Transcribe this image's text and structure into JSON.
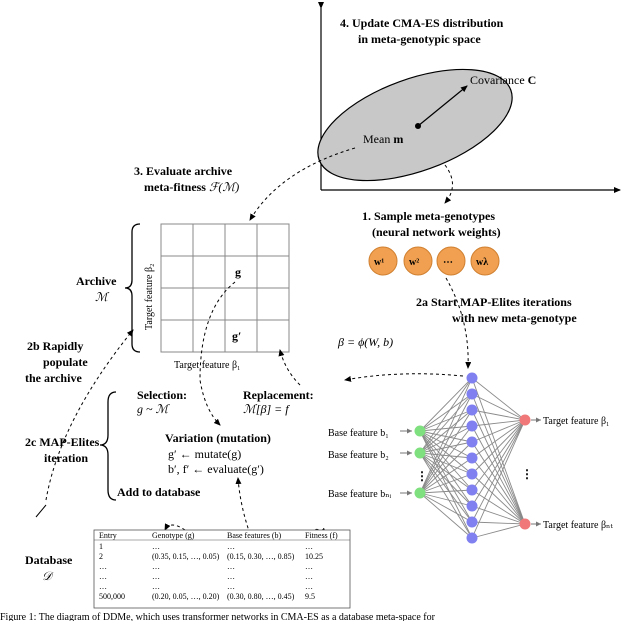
{
  "step4": {
    "line1": "4.  Update CMA-ES distribution",
    "line2": "in meta-genotypic space"
  },
  "covariance": {
    "text": "Covariance ",
    "symbol": "C"
  },
  "mean": {
    "text": "Mean ",
    "symbol": "m"
  },
  "step3": {
    "line1": "3.  Evaluate archive",
    "line2": "meta-fitness ",
    "symbol": "ℱ(ℳ)"
  },
  "step1": {
    "line1": "1.  Sample meta-genotypes",
    "line2": "(neural network weights)"
  },
  "samples": [
    "w¹",
    "w²",
    "⋯",
    "wλ"
  ],
  "archive": {
    "label": "Archive",
    "symbol": "ℳ",
    "axis_x": "Target feature β₁",
    "axis_y": "Target feature β₂",
    "g": "g",
    "g_prime": "g′"
  },
  "step2a": {
    "line1": "2a Start MAP-Elites iterations",
    "line2": "with new meta-genotype"
  },
  "beta_eq": "β = ϕ(W, b)",
  "step2b": {
    "line1": "2b Rapidly",
    "line2": "populate",
    "line3": "the archive"
  },
  "selection": {
    "title": "Selection:",
    "expr": "g ~ ℳ"
  },
  "replacement": {
    "title": "Replacement:",
    "expr": "ℳ[β] = f"
  },
  "variation": {
    "title": "Variation (mutation)",
    "line1": "g′ ← mutate(g)",
    "line2": "b′, f′ ← evaluate(g′)"
  },
  "step2c": {
    "line1": "2c MAP-Elites",
    "line2": "iteration"
  },
  "add_db": "Add to database",
  "network": {
    "inputs": [
      "Base feature b₁",
      "Base feature b₂",
      "Base feature bₙᵢ"
    ],
    "outputs": [
      "Target feature β₁",
      "Target feature βₙₜ"
    ],
    "dots": "⋮"
  },
  "database": {
    "label": "Database",
    "symbol": "𝒟"
  },
  "table": {
    "headers": [
      "Entry",
      "Genotype (g)",
      "Base features (b)",
      "Fitness (f)"
    ],
    "rows": [
      [
        "1",
        "…",
        "…",
        "…"
      ],
      [
        "2",
        "(0.35, 0.15, …, 0.05)",
        "(0.15, 0.30, …, 0.85)",
        "10.25"
      ],
      [
        "…",
        "…",
        "…",
        "…"
      ],
      [
        "…",
        "…",
        "…",
        "…"
      ],
      [
        "…",
        "…",
        "…",
        "…"
      ],
      [
        "500,000",
        "(0.20, 0.05, …, 0.20)",
        "(0.30, 0.80, …, 0.45)",
        "9.5"
      ]
    ]
  },
  "caption": "Figure 1: The diagram of DDMe, which uses transformer networks in CMA-ES as a database meta-space for"
}
